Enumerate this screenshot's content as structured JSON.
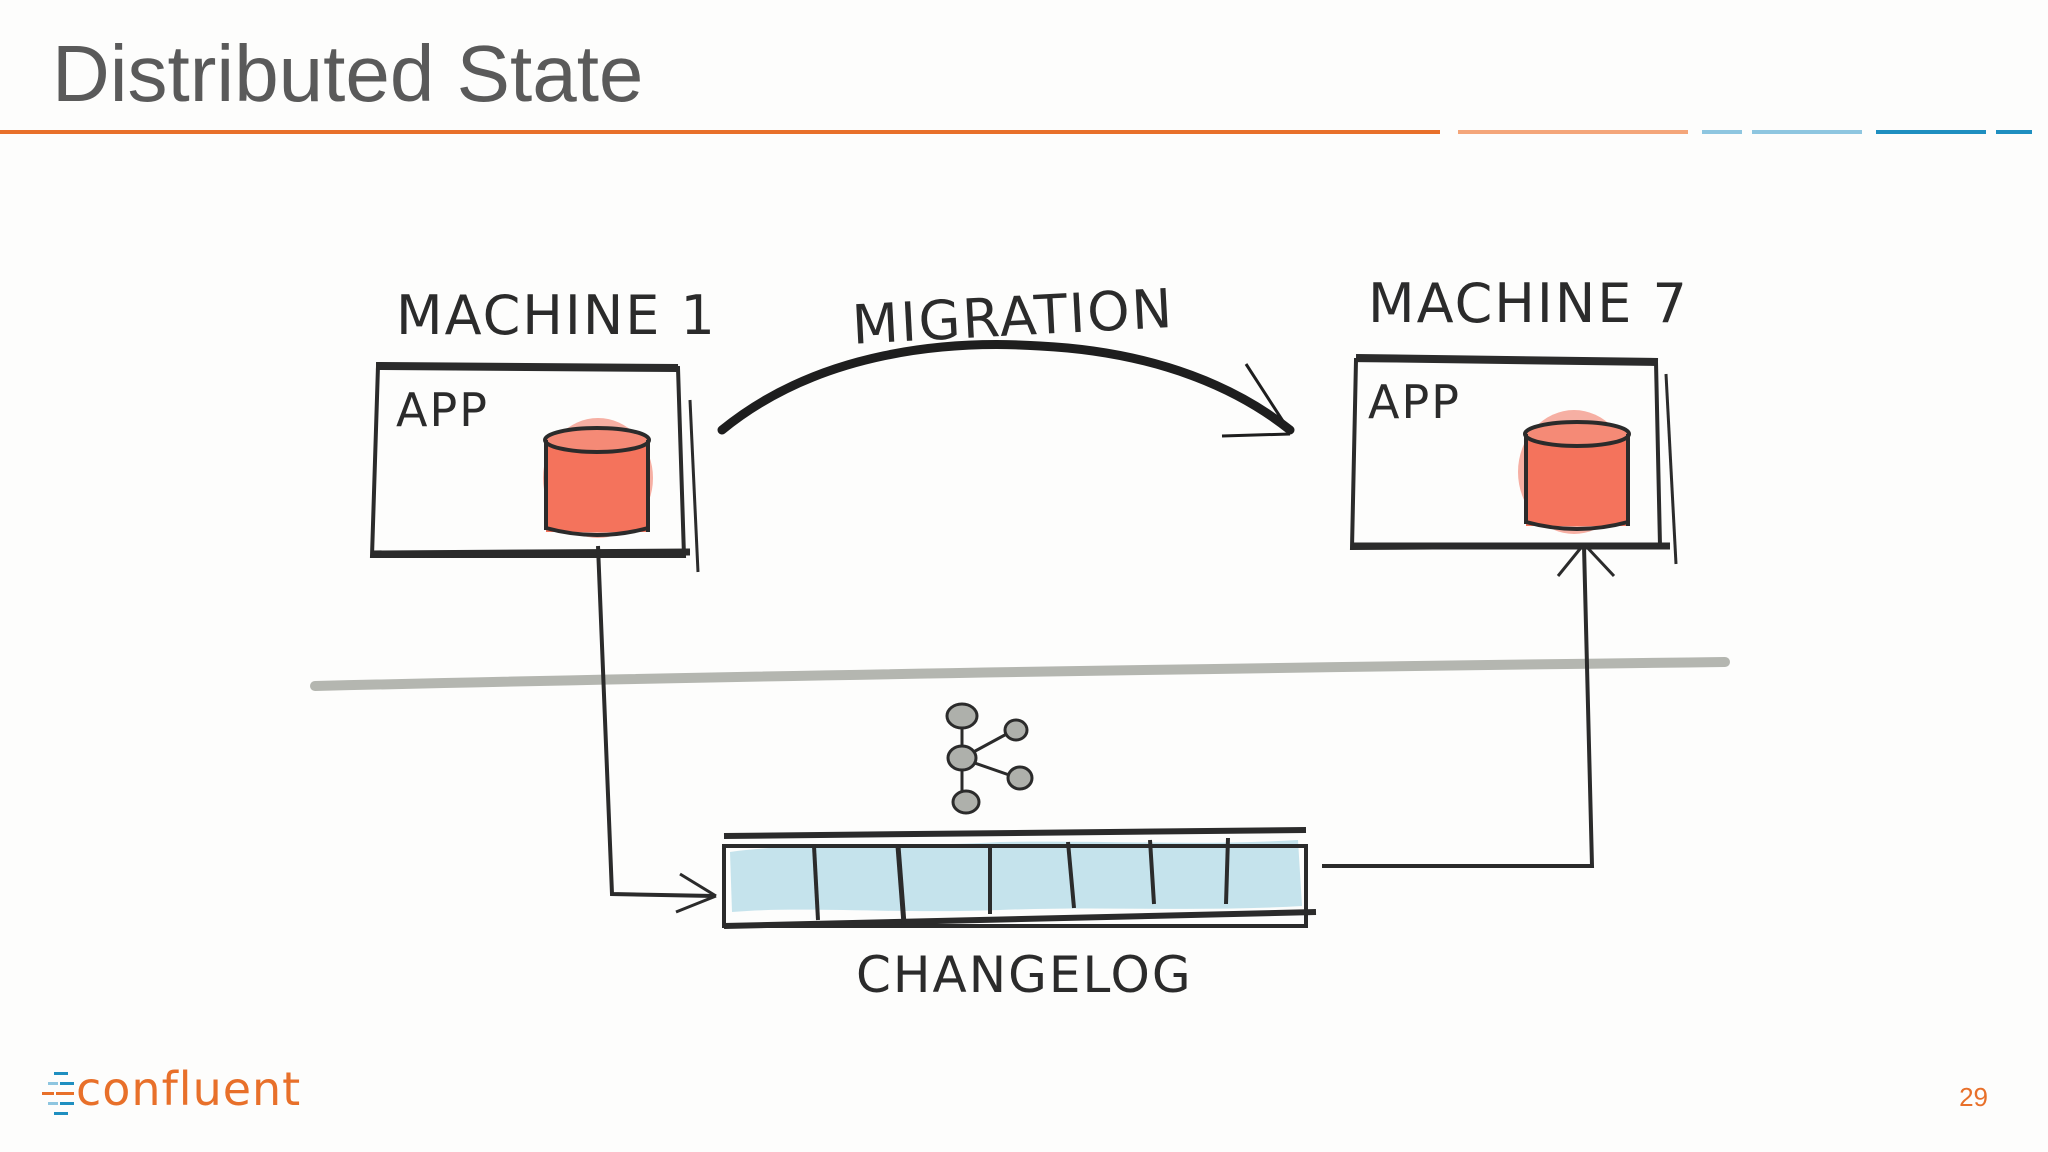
{
  "slide": {
    "title": "Distributed State",
    "page_number": "29"
  },
  "diagram": {
    "machine_left_label": "MACHINE 1",
    "machine_right_label": "MACHINE 7",
    "app_left_label": "APP",
    "app_right_label": "APP",
    "migration_label": "MIGRATION",
    "changelog_label": "CHANGELOG"
  },
  "brand": {
    "logo_text": "confluent"
  },
  "colors": {
    "accent_orange": "#e8702a",
    "accent_light_orange": "#f4a67a",
    "accent_light_blue": "#8ec6e0",
    "accent_blue": "#1f8fc0",
    "state_store_red": "#f0705a",
    "changelog_blue": "#bfe0ea",
    "network_gray": "#b4b6b0"
  },
  "icons": {
    "topic_icon": "kafka-topic-icon",
    "store_icon": "state-store-icon"
  }
}
